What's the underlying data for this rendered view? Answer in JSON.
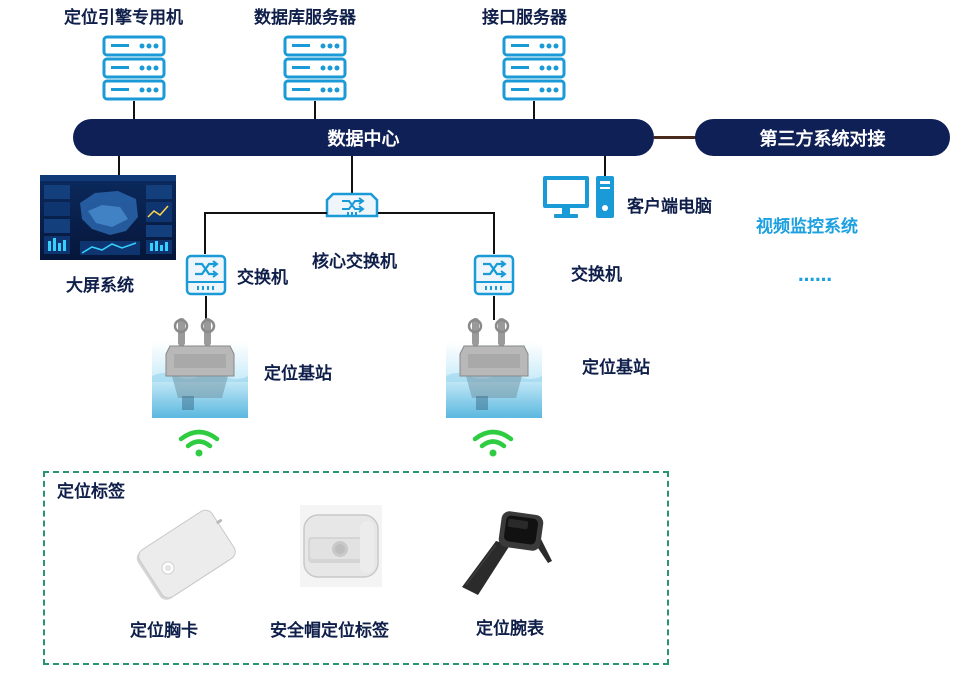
{
  "servers": {
    "engine": "定位引擎专用机",
    "database": "数据库服务器",
    "interface": "接口服务器"
  },
  "data_center": "数据中心",
  "third_party": "第三方系统对接",
  "big_screen": "大屏系统",
  "core_switch": "核心交换机",
  "switch_left": "交换机",
  "switch_right": "交换机",
  "client_pc": "客户端电脑",
  "video_system": "视频监控系统",
  "more": "……",
  "base_station_left": "定位基站",
  "base_station_right": "定位基站",
  "tags": {
    "title": "定位标签",
    "badge": "定位胸卡",
    "helmet": "安全帽定位标签",
    "watch": "定位腕表"
  },
  "colors": {
    "bar": "#0f2057",
    "icon_blue": "#1a9ad6",
    "wifi_green": "#2ecc40",
    "dashed_border": "#2a9470",
    "accent_text": "#1ca0e0"
  }
}
